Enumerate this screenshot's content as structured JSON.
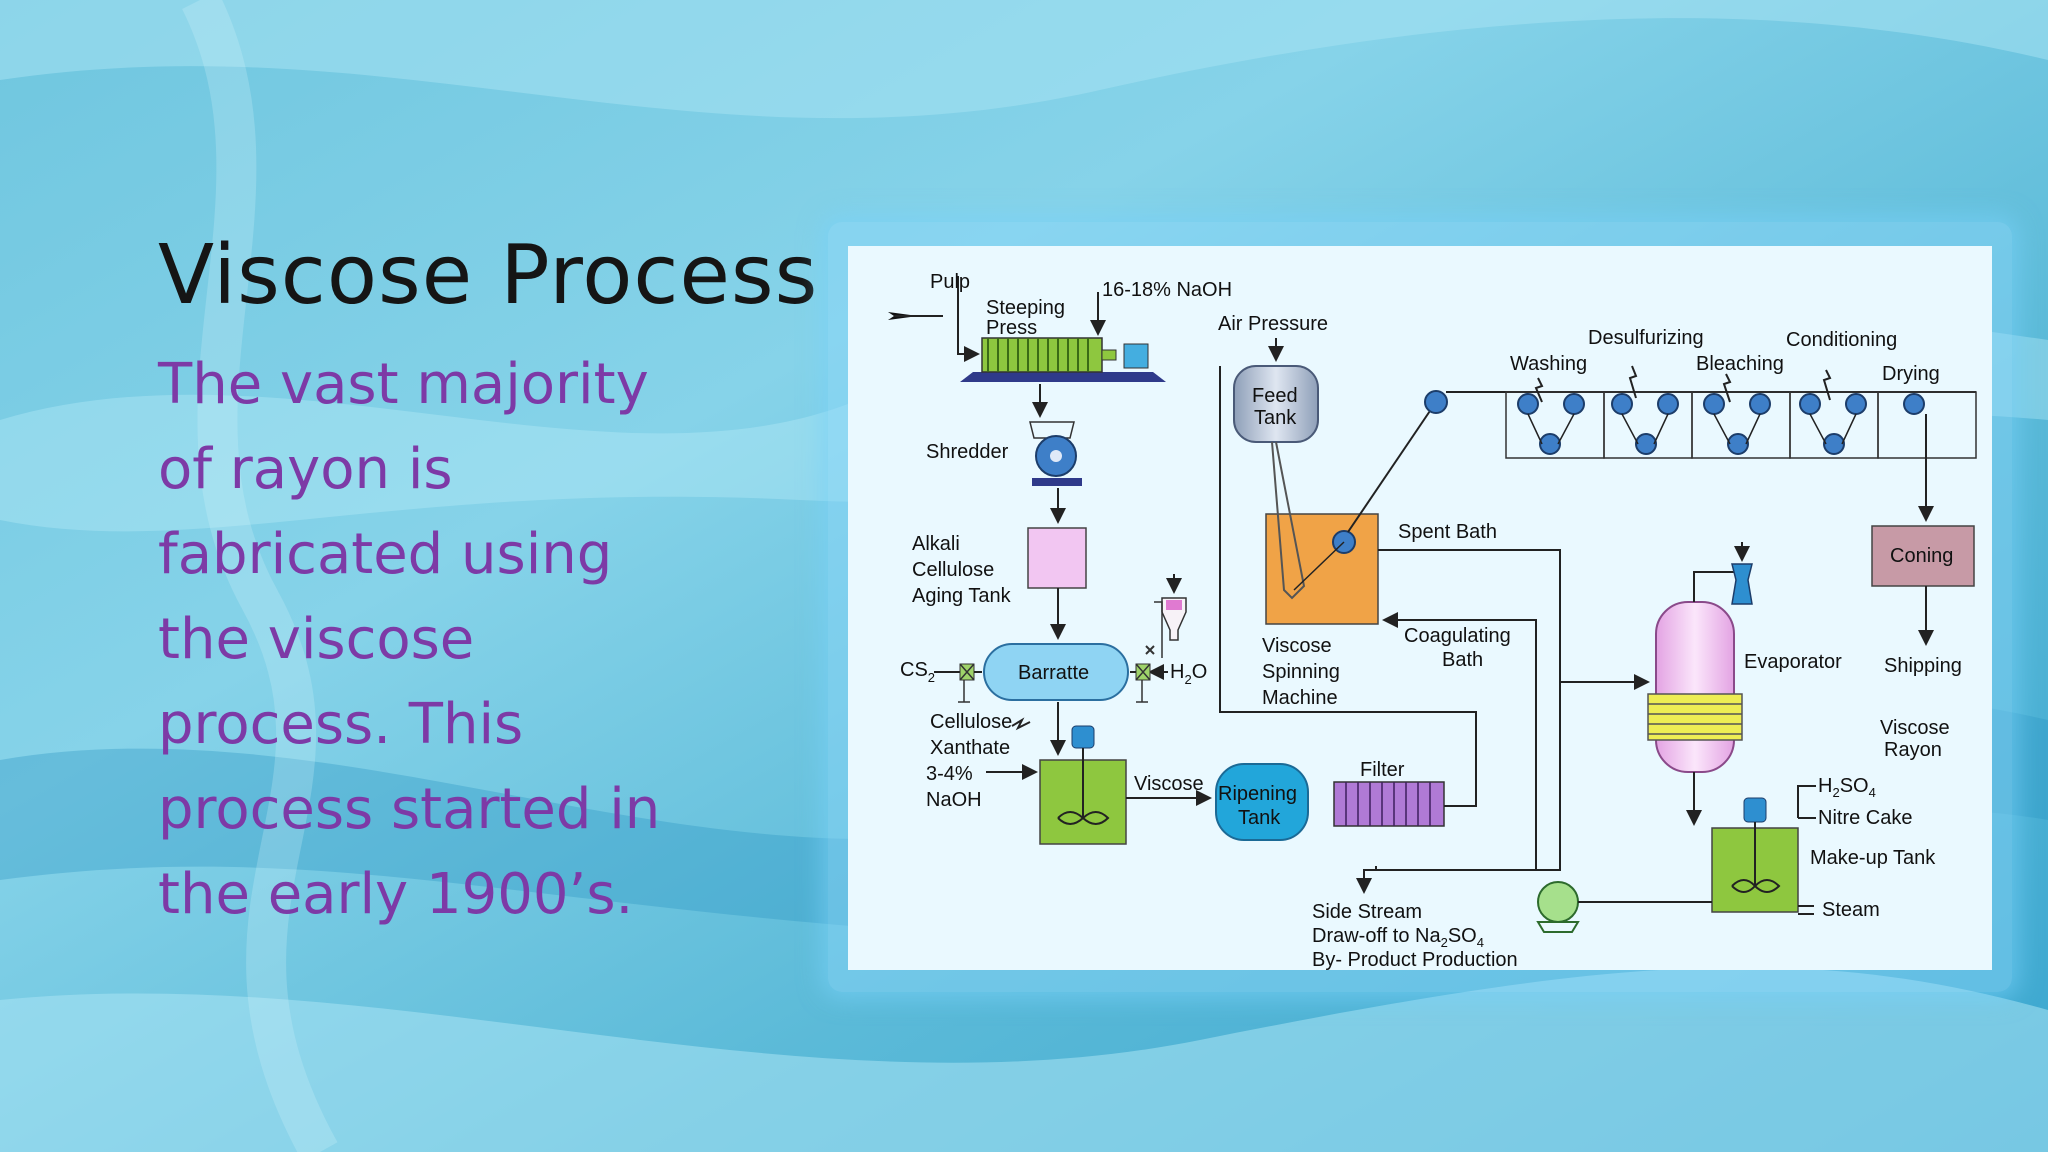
{
  "slide": {
    "title": "Viscose Process",
    "body": "The vast majority of rayon is fabricated using the viscose process. This process started in the early 1900’s."
  },
  "colors": {
    "title": "#151515",
    "body_text": "#7d3aa6",
    "diagram_background": "#eaf9ff",
    "frame_glow": "#8cd7fa"
  },
  "diagram": {
    "labels": {
      "pulp": "Pulp",
      "steeping_press": [
        "Steeping",
        "Press"
      ],
      "naoh_16_18": "16-18% NaOH",
      "air_pressure": "Air Pressure",
      "feed_tank": [
        "Feed",
        "Tank"
      ],
      "washing": "Washing",
      "desulfurizing": "Desulfurizing",
      "bleaching": "Bleaching",
      "conditioning": "Conditioning",
      "drying": "Drying",
      "shredder": "Shredder",
      "spent_bath": "Spent Bath",
      "coning": "Coning",
      "alkali_cellulose": [
        "Alkali",
        "Cellulose",
        "Aging Tank"
      ],
      "cs2": "CS",
      "cs2_sub": "2",
      "barratte": "Barratte",
      "h2o": "H",
      "h2o_sub": "2",
      "h2o_o": "O",
      "viscose_spinning_machine": [
        "Viscose",
        "Spinning",
        "Machine"
      ],
      "coagulating_bath": [
        "Coagulating",
        "Bath"
      ],
      "evaporator": "Evaporator",
      "shipping": "Shipping",
      "cellulose_xanthate": [
        "Cellulose",
        "Xanthate"
      ],
      "naoh_3_4": [
        "3-4%",
        "NaOH"
      ],
      "viscose_rayon": [
        "Viscose",
        "Rayon"
      ],
      "filter": "Filter",
      "viscose": "Viscose",
      "ripening_tank": [
        "Ripening",
        "Tank"
      ],
      "h2so4_h": "H",
      "h2so4_2": "2",
      "h2so4_so": "SO",
      "h2so4_4": "4",
      "nitre_cake": "Nitre Cake",
      "make_up_tank": "Make-up Tank",
      "steam": "Steam",
      "side_stream_1": "Side Stream",
      "side_stream_2a": "Draw-off to Na",
      "side_stream_2b": "2",
      "side_stream_2c": "SO",
      "side_stream_2d": "4",
      "side_stream_3": "By- Product Production"
    }
  }
}
